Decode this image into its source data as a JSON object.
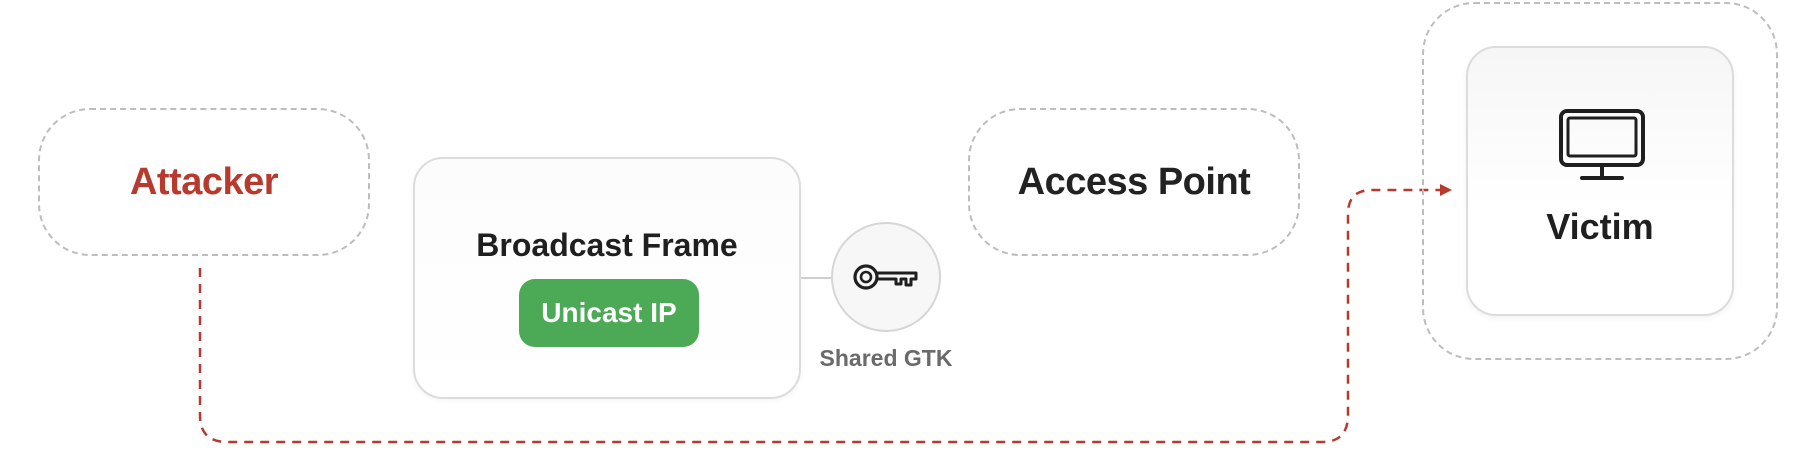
{
  "nodes": {
    "attacker": {
      "label": "Attacker"
    },
    "broadcast_frame": {
      "title": "Broadcast Frame",
      "badge": "Unicast IP"
    },
    "shared_key": {
      "caption": "Shared GTK",
      "icon": "key-icon"
    },
    "access_point": {
      "label": "Access Point"
    },
    "victim": {
      "label": "Victim",
      "icon": "monitor-icon"
    }
  },
  "colors": {
    "attacker_text": "#b83a2e",
    "attack_path": "#b83a2e",
    "badge": "#4caa56",
    "dashed_border": "#bdbdbd"
  }
}
